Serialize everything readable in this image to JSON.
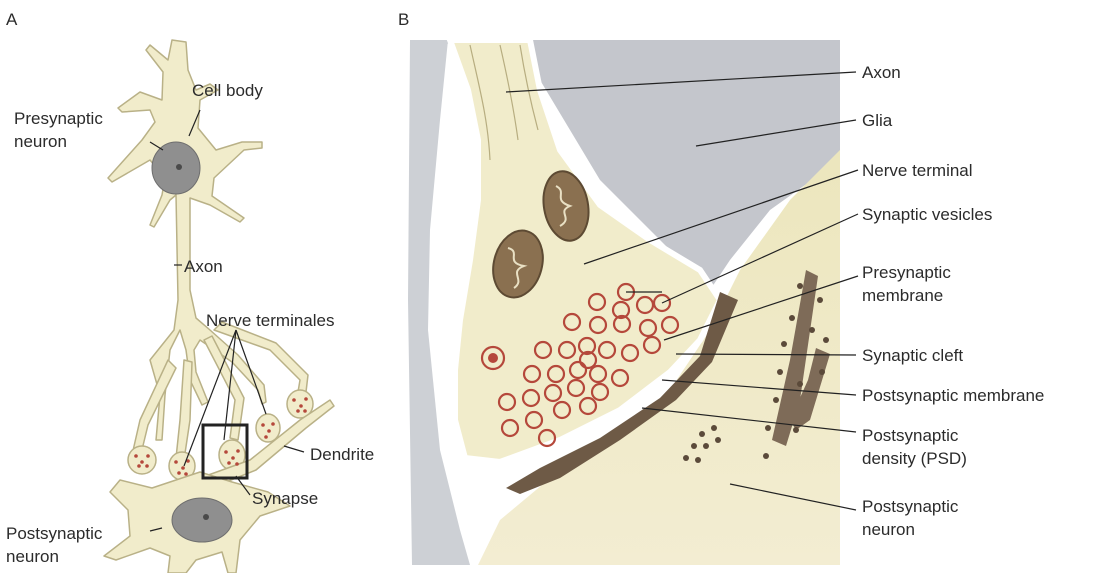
{
  "panels": {
    "a": {
      "letter": "A",
      "labels": {
        "cell_body": "Cell body",
        "presynaptic_neuron_line1": "Presynaptic",
        "presynaptic_neuron_line2": "neuron",
        "axon": "Axon",
        "nerve_terminales": "Nerve terminales",
        "dendrite": "Dendrite",
        "synapse": "Synapse",
        "postsynaptic_neuron_line1": "Postsynaptic",
        "postsynaptic_neuron_line2": "neuron"
      }
    },
    "b": {
      "letter": "B",
      "labels": {
        "axon": "Axon",
        "glia": "Glia",
        "nerve_terminal": "Nerve terminal",
        "synaptic_vesicles": "Synaptic vesicles",
        "presynaptic_membrane_line1": "Presynaptic",
        "presynaptic_membrane_line2": "membrane",
        "synaptic_cleft": "Synaptic cleft",
        "postsynaptic_membrane": "Postsynaptic membrane",
        "psd_line1": "Postsynaptic",
        "psd_line2": "density (PSD)",
        "postsynaptic_neuron_line1": "Postsynaptic",
        "postsynaptic_neuron_line2": "neuron"
      }
    }
  },
  "colors": {
    "cell_fill": "#f1eccb",
    "cell_stroke": "#b9b187",
    "nucleus": "#8f8f8f",
    "glia": "#b9bcc4",
    "postsynaptic_fill": "#ede7bf",
    "vesicle": "#b5483b",
    "mitochondrion": "#8a7050",
    "psd": "#6e5a46",
    "line": "#222222"
  }
}
